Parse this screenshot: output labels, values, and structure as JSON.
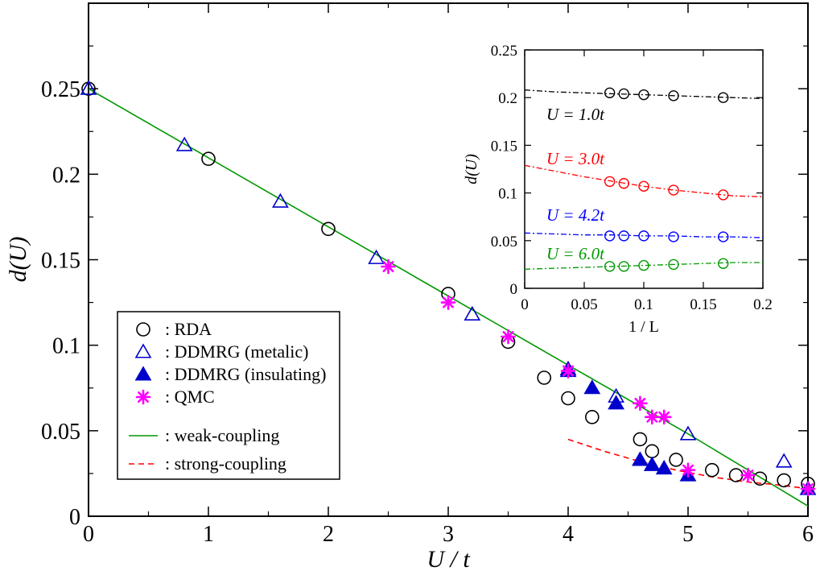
{
  "chart_data": [
    {
      "type": "scatter",
      "xlabel": "U / t",
      "ylabel": "d(U)",
      "xlim": [
        0,
        6
      ],
      "ylim": [
        0,
        0.3
      ],
      "xticks": [
        "0",
        "1",
        "2",
        "3",
        "4",
        "5",
        "6"
      ],
      "yticks": [
        "0",
        "0.05",
        "0.1",
        "0.15",
        "0.2",
        "0.25"
      ],
      "legend_position": "bottom-left",
      "series": [
        {
          "name": ": RDA",
          "marker": "open-circle",
          "color": "#000000",
          "x": [
            0,
            1,
            2,
            3,
            3.5,
            3.8,
            4.0,
            4.2,
            4.6,
            4.7,
            4.9,
            5.2,
            5.4,
            5.6,
            5.8,
            6.0
          ],
          "y": [
            0.25,
            0.209,
            0.168,
            0.13,
            0.102,
            0.081,
            0.069,
            0.058,
            0.045,
            0.038,
            0.033,
            0.027,
            0.024,
            0.022,
            0.021,
            0.019
          ]
        },
        {
          "name": ": DDMRG (metalic)",
          "marker": "open-triangle",
          "color": "#0000cc",
          "x": [
            0,
            0.8,
            1.6,
            2.4,
            3.2,
            4.0,
            4.4,
            5.0,
            5.8
          ],
          "y": [
            0.25,
            0.217,
            0.184,
            0.151,
            0.118,
            0.086,
            0.07,
            0.048,
            0.032
          ]
        },
        {
          "name": ": DDMRG (insulating)",
          "marker": "filled-triangle",
          "color": "#0000cc",
          "x": [
            4.0,
            4.2,
            4.4,
            4.6,
            4.7,
            4.8,
            5.0,
            6.0
          ],
          "y": [
            0.085,
            0.075,
            0.066,
            0.033,
            0.03,
            0.028,
            0.024,
            0.016
          ]
        },
        {
          "name": ": QMC",
          "marker": "star",
          "color": "#ff00ff",
          "x": [
            2.5,
            3.0,
            3.5,
            4.0,
            4.6,
            4.8,
            5.0,
            5.5,
            6.0
          ],
          "y": [
            0.146,
            0.125,
            0.105,
            0.085,
            0.066,
            0.058,
            0.027,
            0.024,
            0.016
          ],
          "x_extra": [
            4.7
          ],
          "y_extra": [
            0.058
          ]
        },
        {
          "name": ": weak-coupling",
          "marker": "line-solid",
          "color": "#009900",
          "x": [
            0,
            1,
            2,
            3,
            4,
            5,
            6
          ],
          "y": [
            0.25,
            0.2096,
            0.1692,
            0.1288,
            0.0884,
            0.0482,
            0.006
          ]
        },
        {
          "name": ": strong-coupling",
          "marker": "line-dashed",
          "color": "#ff0000",
          "x": [
            4.0,
            4.3,
            4.6,
            4.9,
            5.2,
            5.5,
            5.8,
            6.0
          ],
          "y": [
            0.045,
            0.038,
            0.032,
            0.027,
            0.023,
            0.02,
            0.018,
            0.016
          ]
        }
      ]
    },
    {
      "type": "scatter",
      "xlabel": "1 / L",
      "ylabel": "d(U)",
      "xlim": [
        0,
        0.2
      ],
      "ylim": [
        0,
        0.25
      ],
      "xticks": [
        "0",
        "0.05",
        "0.1",
        "0.15",
        "0.2"
      ],
      "yticks": [
        "0",
        "0.05",
        "0.1",
        "0.15",
        "0.2",
        "0.25"
      ],
      "series": [
        {
          "name": "U = 1.0t",
          "color": "#000000",
          "x": [
            0.0714,
            0.0833,
            0.1,
            0.125,
            0.1667
          ],
          "y": [
            0.205,
            0.204,
            0.203,
            0.202,
            0.2
          ],
          "fit_y": [
            0.208,
            0.206,
            0.205,
            0.204,
            0.203,
            0.202,
            0.201,
            0.2,
            0.199
          ]
        },
        {
          "name": "U = 3.0t",
          "color": "#ff0000",
          "x": [
            0.0714,
            0.0833,
            0.1,
            0.125,
            0.1667
          ],
          "y": [
            0.112,
            0.11,
            0.107,
            0.103,
            0.098
          ],
          "fit_y": [
            0.129,
            0.123,
            0.117,
            0.112,
            0.107,
            0.103,
            0.1,
            0.097,
            0.096
          ]
        },
        {
          "name": "U = 4.2t",
          "color": "#0000ff",
          "x": [
            0.0714,
            0.0833,
            0.1,
            0.125,
            0.1667
          ],
          "y": [
            0.055,
            0.055,
            0.055,
            0.054,
            0.054
          ],
          "fit_y": [
            0.058,
            0.057,
            0.056,
            0.056,
            0.055,
            0.055,
            0.054,
            0.054,
            0.053
          ]
        },
        {
          "name": "U = 6.0t",
          "color": "#009900",
          "x": [
            0.0714,
            0.0833,
            0.1,
            0.125,
            0.1667
          ],
          "y": [
            0.023,
            0.023,
            0.024,
            0.025,
            0.026
          ],
          "fit_y": [
            0.02,
            0.021,
            0.022,
            0.023,
            0.024,
            0.025,
            0.026,
            0.027,
            0.027
          ]
        }
      ]
    }
  ]
}
